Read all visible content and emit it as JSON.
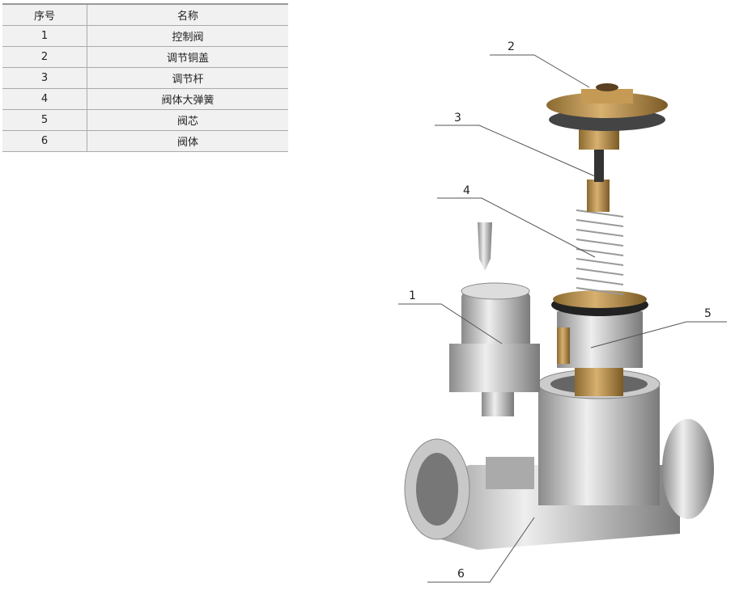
{
  "table": {
    "headers": [
      "序号",
      "名称"
    ],
    "rows": [
      [
        "1",
        "控制阀"
      ],
      [
        "2",
        "调节铜盖"
      ],
      [
        "3",
        "调节杆"
      ],
      [
        "4",
        "阀体大弹簧"
      ],
      [
        "5",
        "阀芯"
      ],
      [
        "6",
        "阀体"
      ]
    ]
  },
  "callouts": [
    "1",
    "2",
    "3",
    "4",
    "5",
    "6"
  ],
  "colors": {
    "brass": "#b8904a",
    "steel": "#b9b9b9",
    "line": "#555555"
  }
}
